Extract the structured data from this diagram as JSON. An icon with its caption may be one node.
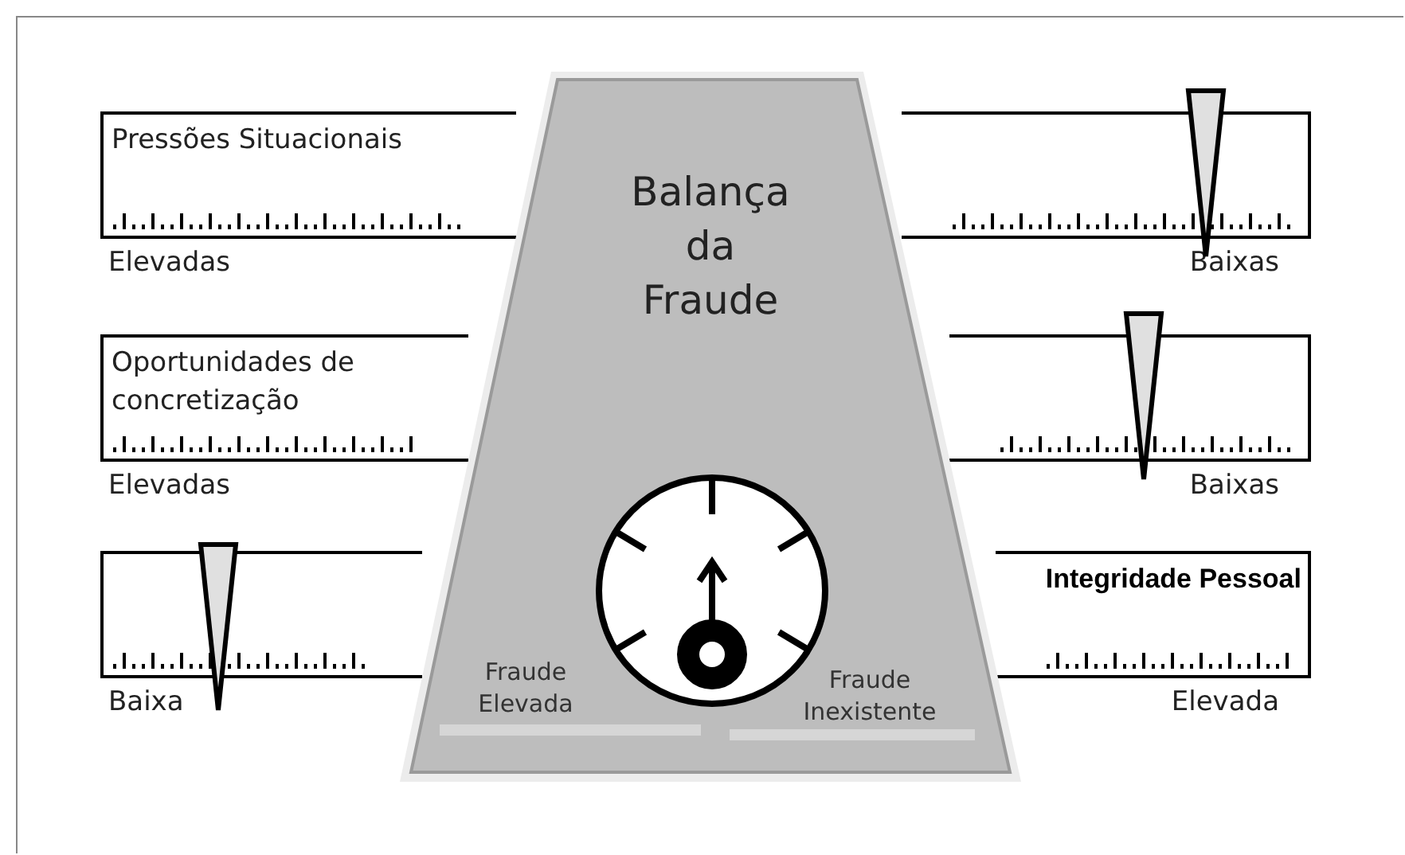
{
  "diagram": {
    "nodes": [
      {
        "text": [
          "Balança da Fraude"
        ]
      },
      {
        "text": [
          "Pressões Situacionais"
        ],
        "beside": [
          "Elevadas"
        ]
      },
      {
        "text": [],
        "shape": "bar",
        "beside": [
          "Baixas"
        ]
      },
      {
        "text": [],
        "shape": "triangle"
      },
      {
        "text": [
          "Oportunidades de concretização"
        ],
        "beside": [
          "Elevadas"
        ]
      },
      {
        "text": [],
        "shape": "bar",
        "beside": [
          "Baixas"
        ]
      },
      {
        "text": [],
        "shape": "triangle"
      },
      {
        "text": [],
        "shape": "bar",
        "beside": [
          "Baixa"
        ]
      },
      {
        "text": [],
        "shape": "triangle"
      },
      {
        "text": [
          "Integridade Pessoal"
        ],
        "beside": [
          "Elevada"
        ]
      },
      {
        "text": [],
        "shape": "circle",
        "in": 0
      }
    ],
    "labels": [
      "Fraude Elevada",
      "Fraude Inexistente"
    ]
  }
}
